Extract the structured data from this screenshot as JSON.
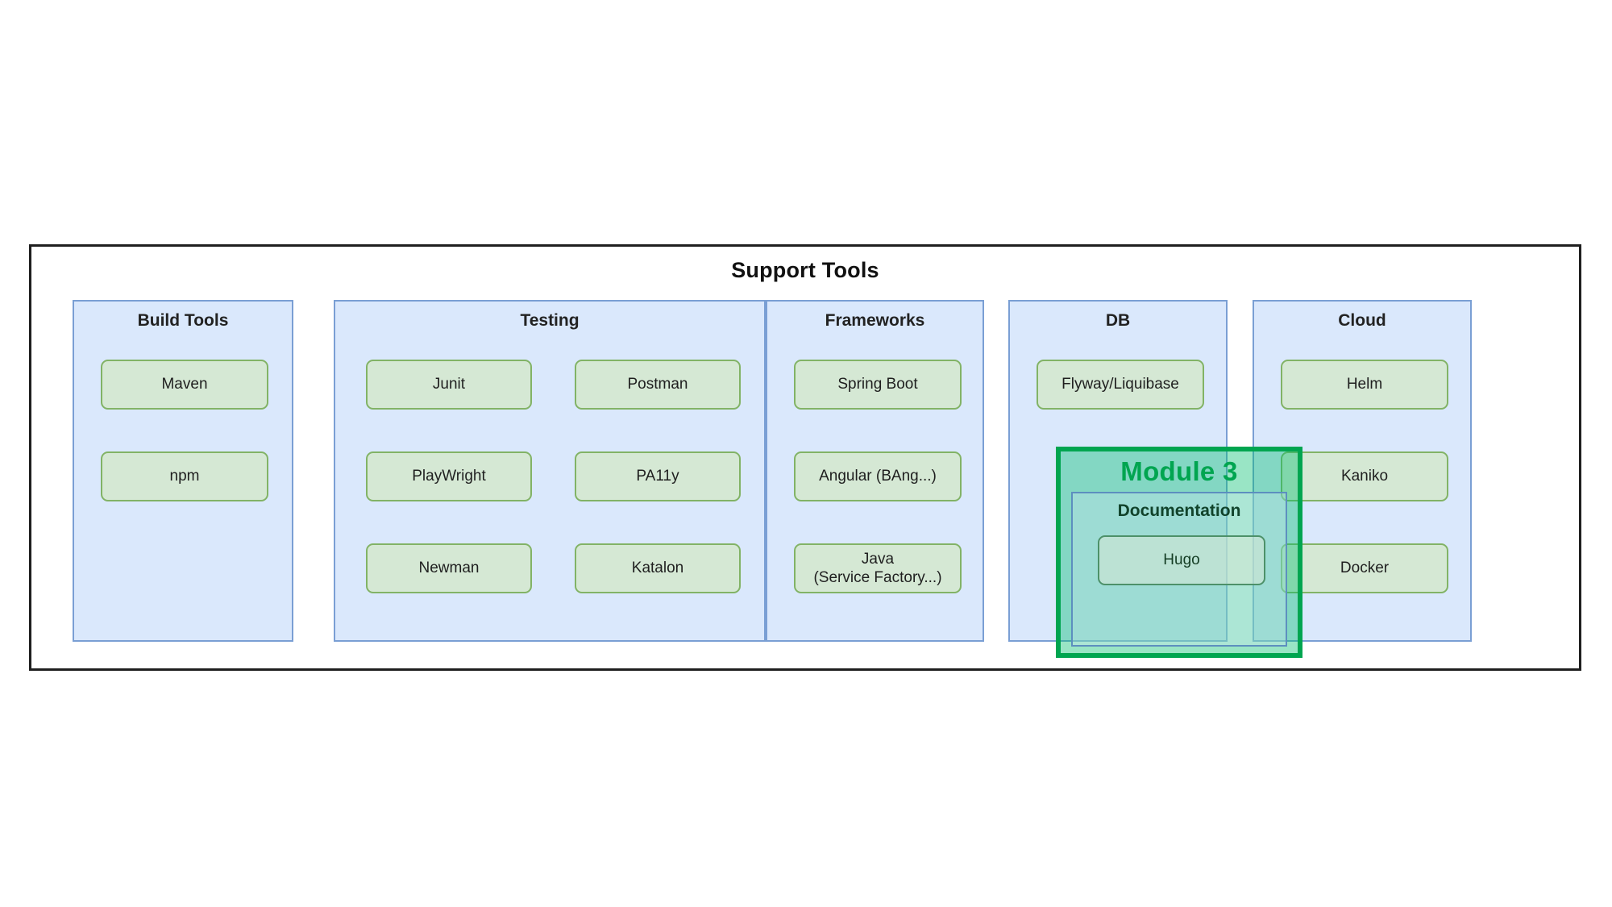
{
  "diagram": {
    "title": "Support Tools",
    "columns": [
      {
        "id": "build-tools",
        "title": "Build Tools",
        "nodes": [
          "Maven",
          "npm"
        ]
      },
      {
        "id": "testing",
        "title": "Testing",
        "nodes_left": [
          "Junit",
          "PlayWright",
          "Newman"
        ],
        "nodes_right": [
          "Postman",
          "PA11y",
          "Katalon"
        ]
      },
      {
        "id": "frameworks",
        "title": "Frameworks",
        "nodes": [
          "Spring Boot",
          "Angular (BAng...)",
          "Java\n(Service Factory...)"
        ]
      },
      {
        "id": "db",
        "title": "DB",
        "nodes": [
          "Flyway/Liquibase"
        ]
      },
      {
        "id": "cloud",
        "title": "Cloud",
        "nodes": [
          "Helm",
          "Kaniko",
          "Docker"
        ]
      }
    ],
    "highlight": {
      "label": "Module 3",
      "group_title": "Documentation",
      "node": "Hugo"
    },
    "colors": {
      "outer_border": "#1f1f1f",
      "column_fill": "#dae8fc",
      "column_border": "#7a9fd4",
      "node_fill": "#d5e8d4",
      "node_border": "#82b366",
      "highlight_border": "#00a550",
      "highlight_fill": "rgba(0,190,110,0.40)",
      "highlight_text": "#00a550",
      "background": "#ffffff"
    }
  }
}
